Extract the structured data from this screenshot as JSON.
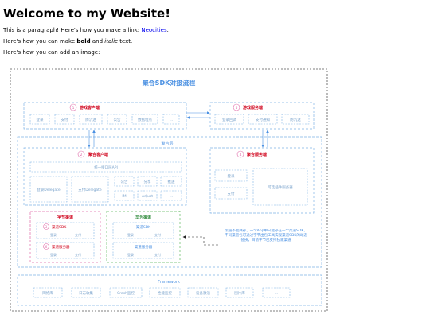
{
  "page": {
    "title": "Welcome to my Website!",
    "para1_prefix": "This is a paragraph! Here's how you make a link: ",
    "link_text": "Neocities",
    "para1_suffix": ".",
    "para2_prefix": "Here's how you can make ",
    "para2_bold": "bold",
    "para2_mid": " and ",
    "para2_italic": "italic",
    "para2_suffix": " text.",
    "para3": "Here's how you can add an image:"
  },
  "diagram": {
    "title": "聚合SDK对接流程",
    "game_client": {
      "num": "1",
      "label": "游戏客户端",
      "items": [
        "登录",
        "支付",
        "防沉迷",
        "公告",
        "数据埋点",
        "..."
      ]
    },
    "game_server": {
      "num": "5",
      "label": "游戏服务端",
      "items": [
        "登录回调",
        "支付通知",
        "防沉迷"
      ]
    },
    "aggregate_layer": "聚合层",
    "agg_client": {
      "num": "2",
      "label": "聚合客户端",
      "unified_api": "统一接口层API",
      "delegates": [
        "登录Delegate",
        "支付Delegate"
      ],
      "modules": [
        "公告",
        "分享",
        "推送",
        "IM",
        "Adjust",
        "..."
      ]
    },
    "agg_server": {
      "num": "4",
      "label": "聚合服务端",
      "items": [
        "登录",
        "支付"
      ],
      "plugin": "可选插件服务器"
    },
    "channel_bytedance": {
      "label": "字节渠道",
      "sdk_num": "3",
      "sdk_label": "渠道SDK",
      "server_num": "6",
      "server_label": "渠道服务器",
      "sub": [
        "登录",
        "支付"
      ]
    },
    "channel_huawei": {
      "label": "华为渠道",
      "sdk_label": "渠道SDK",
      "server_label": "渠道服务器",
      "sub": [
        "登录",
        "支付"
      ]
    },
    "note": "渠道不能共存，一个App中只能存在一个渠道SDK，不同渠道包可通过字节出包工具实现渠道SDK的动态替换，目前字节已支持独家渠道",
    "framework": {
      "label": "Framework",
      "items": [
        "网络库",
        "日志收集",
        "Crash监控",
        "性能监控",
        "设备激活",
        "图片库",
        "..."
      ]
    }
  }
}
